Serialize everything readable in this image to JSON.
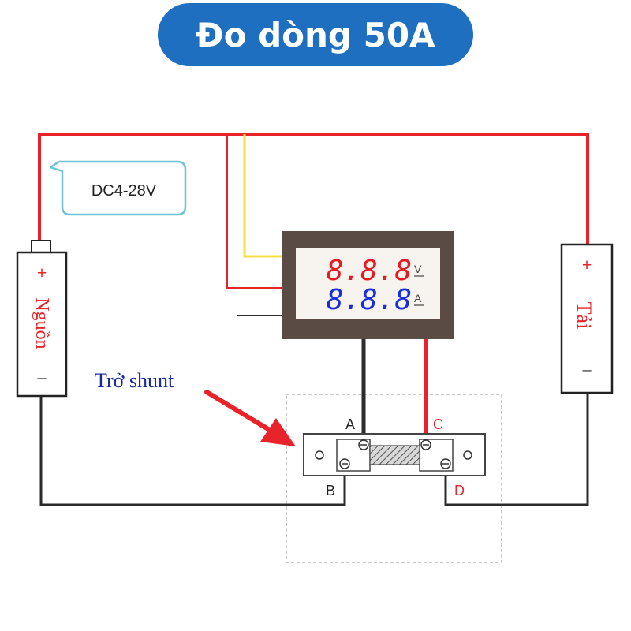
{
  "title": "Đo dòng 50A",
  "voltage_bubble": "DC4-28V",
  "source": {
    "plus": "+",
    "minus": "–",
    "label": "Nguồn"
  },
  "load": {
    "plus": "+",
    "minus": "–",
    "label": "Tải"
  },
  "meter": {
    "voltage_digits": "8.8.8",
    "voltage_unit": "V",
    "current_digits": "8.8.8",
    "current_unit": "A"
  },
  "shunt_label": "Trở shunt",
  "terminals": {
    "a": "A",
    "b": "B",
    "c": "C",
    "d": "D"
  },
  "colors": {
    "title_bg": "#1f6fc0",
    "wire_red": "#e8232a",
    "wire_black": "#2b2b2b",
    "wire_yellow": "#f5e04a",
    "bubble_border": "#6fc3d8",
    "meter_red_digits": "#e41b23",
    "meter_blue_digits": "#1a2fd8",
    "shunt_label": "#1a2a9a"
  }
}
